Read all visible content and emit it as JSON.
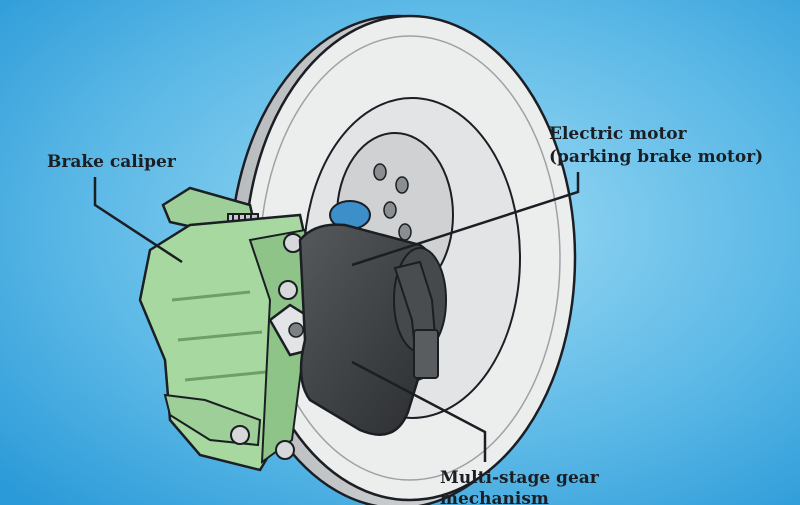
{
  "labels": {
    "caliper": "Brake caliper",
    "motor_line1": "Electric motor",
    "motor_line2": "(parking brake motor)",
    "gear_line1": "Multi-stage gear",
    "gear_line2": "mechanism"
  },
  "colors": {
    "background_light": "#8fd3f2",
    "background_dark": "#2b9ad8",
    "rotor": "#e9eaeb",
    "caliper": "#a6d8a0",
    "motor": "#3a3d3f",
    "outline": "#1b1f24"
  }
}
